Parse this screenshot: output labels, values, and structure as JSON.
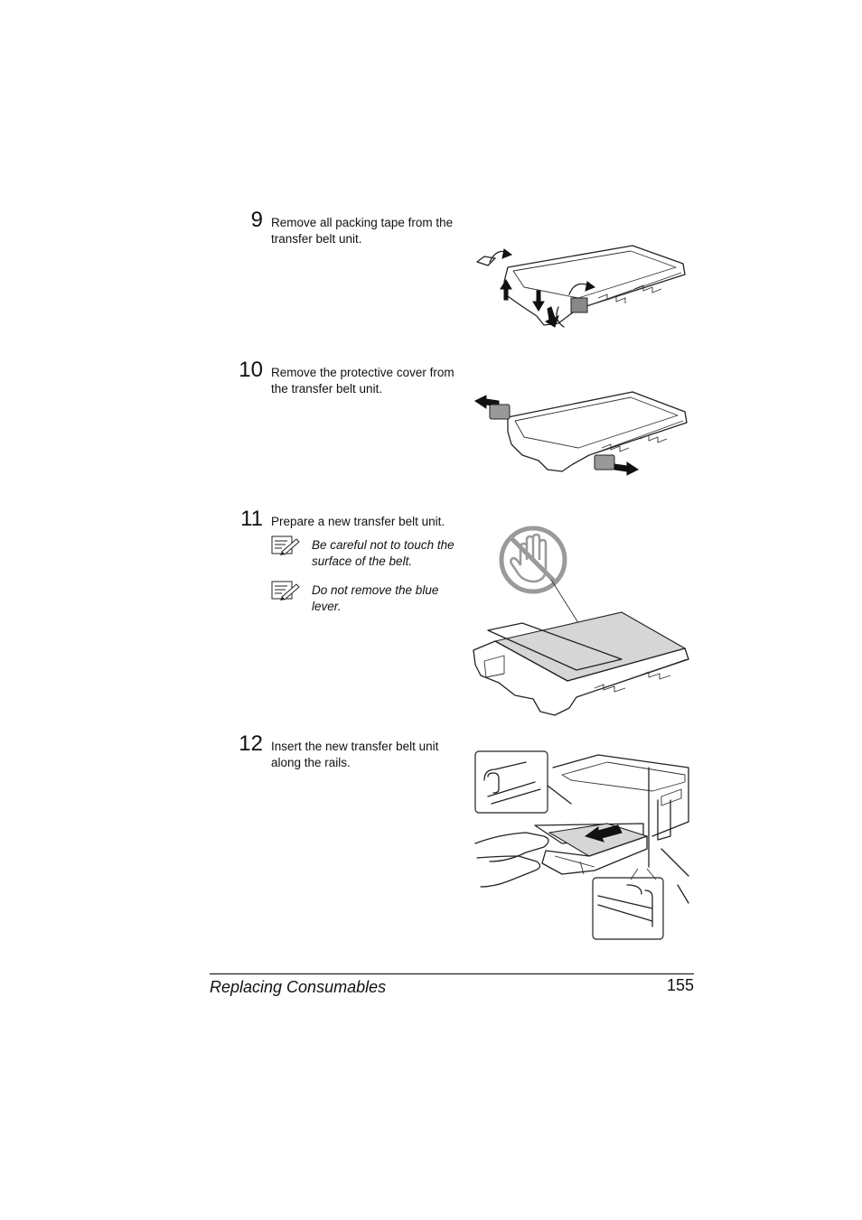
{
  "steps": [
    {
      "number": "9",
      "text": "Remove all packing tape from the transfer belt unit."
    },
    {
      "number": "10",
      "text": "Remove the protective cover from the transfer belt unit."
    },
    {
      "number": "11",
      "text": "Prepare a new transfer belt unit."
    },
    {
      "number": "12",
      "text": "Insert the new transfer belt unit along the rails."
    }
  ],
  "notes": [
    {
      "text": "Be careful not to touch the surface of the belt.",
      "icon": "note-icon"
    },
    {
      "text": "Do not remove the blue lever.",
      "icon": "note-icon"
    }
  ],
  "footer": {
    "section_title": "Replacing Consumables",
    "page_number": "155"
  },
  "icons": {
    "no_touch": "no-touch-hand-icon",
    "note": "note-pencil-icon"
  }
}
